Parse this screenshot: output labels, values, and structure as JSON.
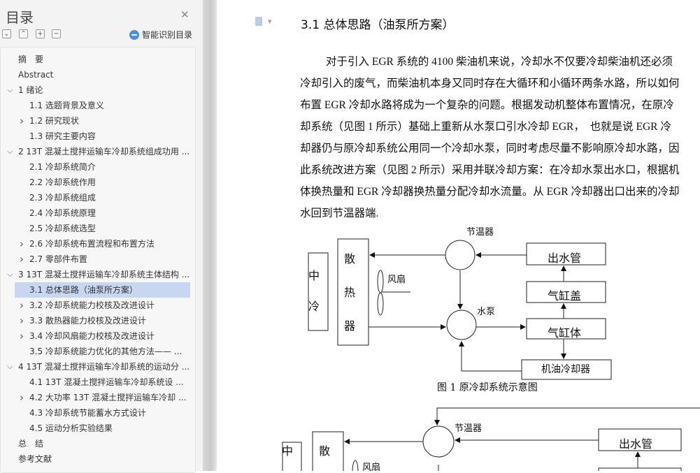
{
  "sidebar": {
    "title": "目录",
    "smart_toc_label": "智能识别目录",
    "tools": [
      "expand-all",
      "collapse-all",
      "zoom-in-level",
      "zoom-out-level"
    ],
    "items": [
      {
        "label": "摘　要",
        "level": 0,
        "chevron": ""
      },
      {
        "label": "Abstract",
        "level": 0,
        "chevron": ""
      },
      {
        "label": "1 绪论",
        "level": 0,
        "chevron": "down"
      },
      {
        "label": "1.1 选题背景及意义",
        "level": 1,
        "chevron": ""
      },
      {
        "label": "1.2 研究现状",
        "level": 1,
        "chevron": "right"
      },
      {
        "label": "1.3 研究主要内容",
        "level": 1,
        "chevron": ""
      },
      {
        "label": "2 13T 混凝土搅拌运输车冷却系统组成功用 ...",
        "level": 0,
        "chevron": "down"
      },
      {
        "label": "2.1  冷却系统简介",
        "level": 1,
        "chevron": ""
      },
      {
        "label": "2.2  冷却系统作用",
        "level": 1,
        "chevron": ""
      },
      {
        "label": "2.3  冷却系统组成",
        "level": 1,
        "chevron": ""
      },
      {
        "label": "2.4  冷却系统原理",
        "level": 1,
        "chevron": ""
      },
      {
        "label": "2.5  冷却系统选型",
        "level": 1,
        "chevron": ""
      },
      {
        "label": "2.6 冷却系统布置流程和布置方法",
        "level": 1,
        "chevron": "right"
      },
      {
        "label": "2.7 零部件布置",
        "level": 1,
        "chevron": "right"
      },
      {
        "label": "3 13T 混凝土搅拌运输车冷却系统主体结构 ...",
        "level": 0,
        "chevron": "down"
      },
      {
        "label": "3.1  总体思路（油泵所方案）",
        "level": 1,
        "chevron": "",
        "selected": true
      },
      {
        "label": "3.2 冷却系统能力校核及改进设计",
        "level": 1,
        "chevron": "right"
      },
      {
        "label": "3.3 散热器能力校核及改进设计",
        "level": 1,
        "chevron": "right"
      },
      {
        "label": "3.4 冷却风扇能力校核及改进设计",
        "level": 1,
        "chevron": "right"
      },
      {
        "label": "3.5 冷却系统能力优化的其他方法—— ...",
        "level": 1,
        "chevron": ""
      },
      {
        "label": "4 13T 混凝土搅拌运输车冷却系统的运动分 ...",
        "level": 0,
        "chevron": "down"
      },
      {
        "label": "4.1 13T 混凝土搅拌运输车冷却系统设 ...",
        "level": 1,
        "chevron": ""
      },
      {
        "label": "4.2 大功率 13T 混凝土搅拌运输车冷却 ...",
        "level": 1,
        "chevron": "right"
      },
      {
        "label": "4.3 冷却系统节能蓄水方式设计",
        "level": 1,
        "chevron": ""
      },
      {
        "label": "4.5 运动分析实验结果",
        "level": 1,
        "chevron": ""
      },
      {
        "label": "总　结",
        "level": 0,
        "chevron": ""
      },
      {
        "label": "参考文献",
        "level": 0,
        "chevron": ""
      }
    ]
  },
  "document": {
    "heading": "3.1  总体思路（油泵所方案）",
    "paragraph_lines": [
      "对于引入 EGR 系统的 4100 柴油机来说，冷却水不仅要冷却柴油机还必须",
      "冷却引入的废气，而柴油机本身又同时存在大循环和小循环两条水路，所以如何",
      "布置 EGR 冷却水路将成为一个复杂的问题。根据发动机整体布置情况，在原冷",
      "却系统（见图 1 所示）基础上重新从水泵口引水冷却 EGR，　也就是说 EGR 冷",
      "却器仍与原冷却系统公用同一个冷却水泵，同时考虑尽量不影响原冷却水路，因",
      "此系统改进方案（见图 2 所示）采用并联冷却方案：在冷却水泵出水口，根据机",
      "体换热量和 EGR 冷却器换热量分配冷却水流量。从 EGR 冷却器出口出来的冷却",
      "水回到节温器端."
    ],
    "figure1": {
      "intercooler": [
        "中",
        "冷"
      ],
      "radiator": [
        "散",
        "热",
        "器"
      ],
      "fan": "风扇",
      "thermostat": "节温器",
      "pump": "水泵",
      "outlet_pipe": "出水管",
      "cylinder_head": "气缸盖",
      "cylinder_block": "气缸体",
      "oil_cooler": "机油冷却器",
      "caption": "图 1  原冷却系统示意图"
    },
    "figure2": {
      "intercooler": "中",
      "radiator": "散",
      "fan": "风扇",
      "thermostat": "节温器",
      "outlet_pipe": "出水管"
    }
  }
}
